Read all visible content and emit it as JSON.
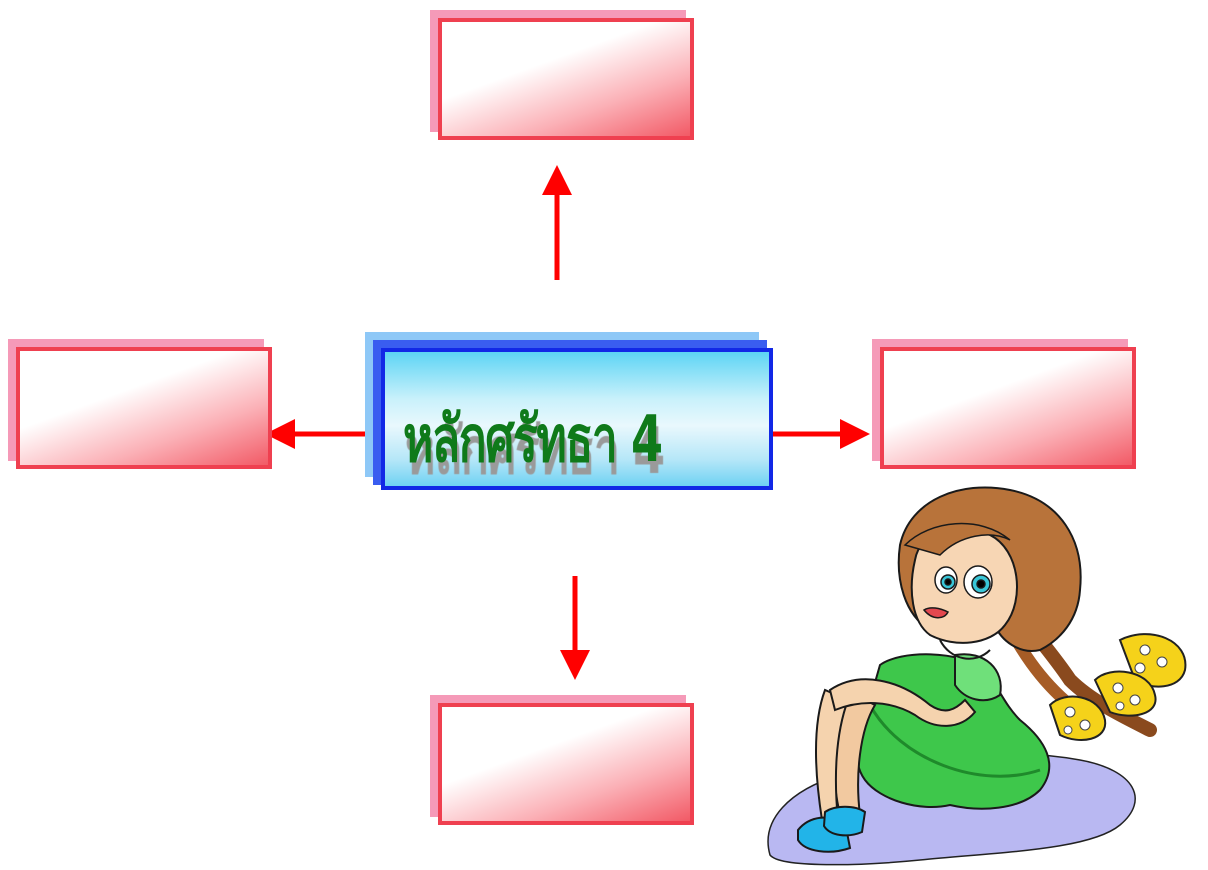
{
  "diagram": {
    "center_title": "หลักศรัทธา 4",
    "branches": [
      {
        "id": "top",
        "label": ""
      },
      {
        "id": "left",
        "label": ""
      },
      {
        "id": "right",
        "label": ""
      },
      {
        "id": "bottom",
        "label": ""
      }
    ]
  },
  "colors": {
    "arrow": "#ff0000",
    "node_border": "#ef4050",
    "node_shadow": "#f59ab8",
    "center_border": "#1228e6",
    "title_text": "#0f7a1a"
  },
  "illustration": {
    "name": "girl-sitting-clipart"
  }
}
